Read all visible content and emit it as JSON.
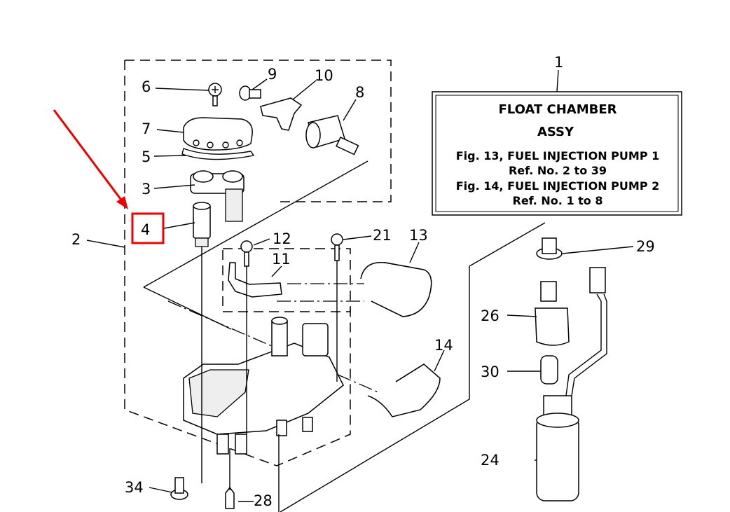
{
  "info_box": {
    "line1": "FLOAT CHAMBER",
    "line2": "ASSY",
    "line3": "Fig. 13, FUEL INJECTION PUMP 1",
    "line4": "Ref. No. 2 to 39",
    "line5": "Fig. 14, FUEL INJECTION PUMP 2",
    "line6": "Ref. No. 1 to 8"
  },
  "callouts": {
    "c1": "1",
    "c2": "2",
    "c3": "3",
    "c4": "4",
    "c5": "5",
    "c6": "6",
    "c7": "7",
    "c8": "8",
    "c9": "9",
    "c10": "10",
    "c11": "11",
    "c12": "12",
    "c13": "13",
    "c14": "14",
    "c21": "21",
    "c24": "24",
    "c26": "26",
    "c28": "28",
    "c29": "29",
    "c30": "30",
    "c34": "34"
  },
  "highlight_color": "#ee0000"
}
